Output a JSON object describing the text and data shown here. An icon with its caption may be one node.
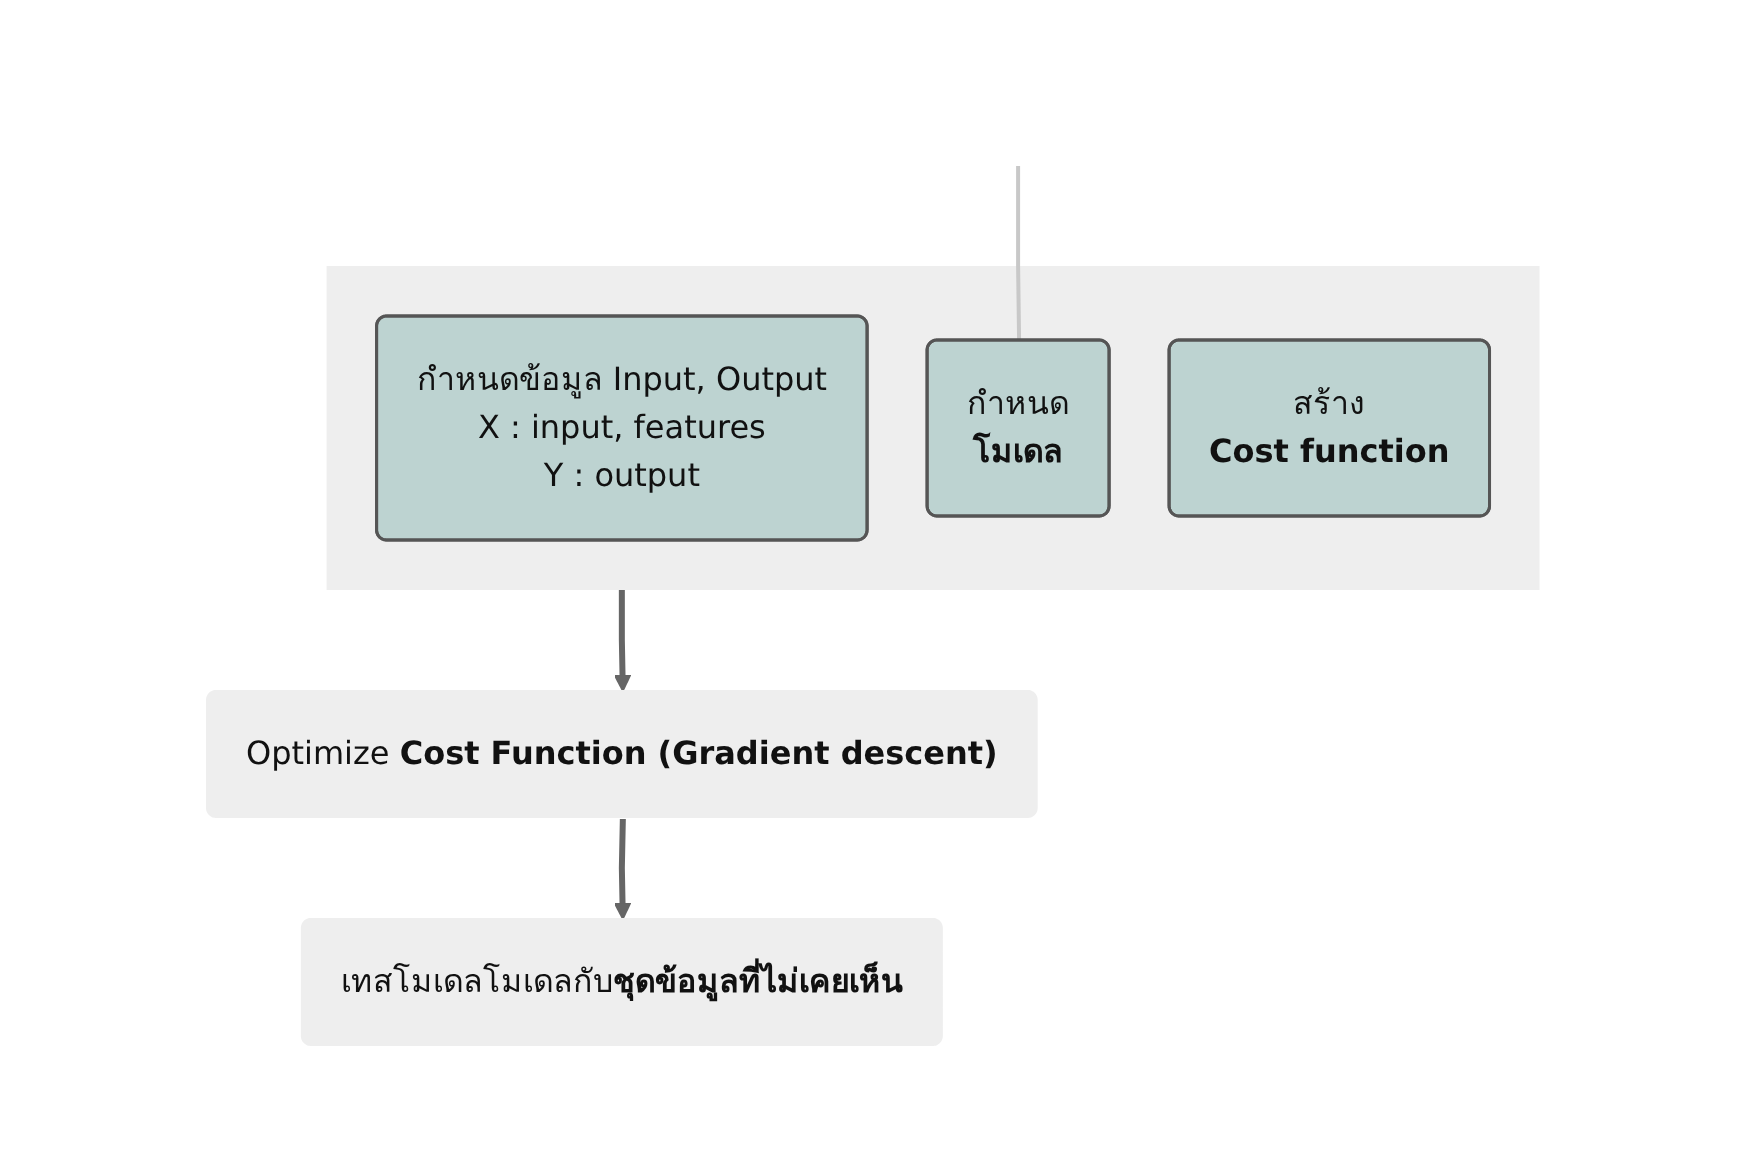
{
  "diagram": {
    "nodes": [
      {
        "text": [],
        "shape": "box"
      },
      {
        "text": [
          "กำหนดข้อมูล Input, Output",
          "X : input, features",
          "Y : output"
        ],
        "in": 0
      },
      {
        "text": [
          "กำหนด",
          "โมเดล"
        ],
        "in": 0
      },
      {
        "text": [
          "สร้าง",
          "Cost function"
        ],
        "in": 0
      },
      {
        "text": [
          "Optimize **Cost Function (Gradient descent)**"
        ]
      },
      {
        "text": [
          "เทสโมเดลโมเดลกับ**ชุดข้อมูลที่ไม่เคยเห็น**"
        ]
      }
    ],
    "edges": [
      {
        "from": null,
        "to": 2,
        "arrow": "none",
        "color": "#c8c8c8"
      },
      {
        "from": 0,
        "to": 4,
        "arrow": "to"
      },
      {
        "from": 4,
        "to": 5,
        "arrow": "to"
      }
    ]
  }
}
